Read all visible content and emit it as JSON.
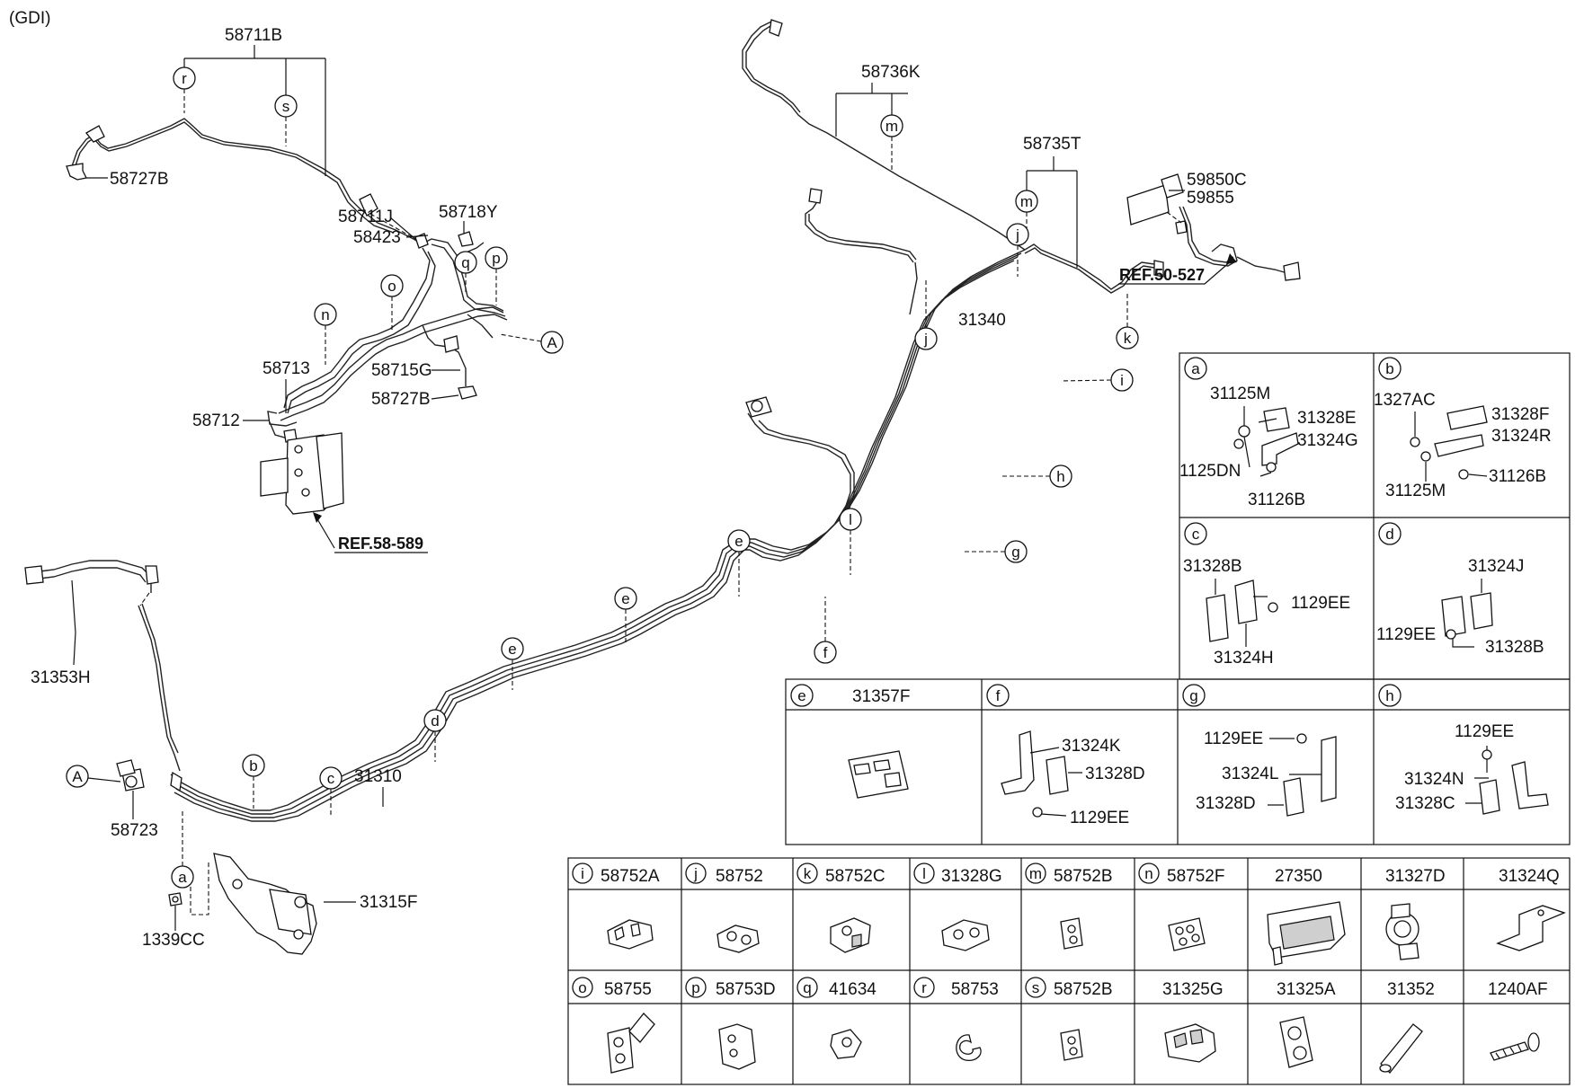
{
  "header": {
    "variant": "(GDI)"
  },
  "callouts": {
    "a": "a",
    "b": "b",
    "c": "c",
    "d": "d",
    "e": "e",
    "f": "f",
    "g": "g",
    "h": "h",
    "i": "i",
    "j": "j",
    "k": "k",
    "l": "l",
    "m": "m",
    "n": "n",
    "o": "o",
    "p": "p",
    "q": "q",
    "r": "r",
    "s": "s",
    "A": "A"
  },
  "labels": {
    "p58711B": "58711B",
    "p58727B_top": "58727B",
    "p58718Y": "58718Y",
    "p58711J": "58711J",
    "p58423": "58423",
    "p58713": "58713",
    "p58715G": "58715G",
    "p58727B_mid": "58727B",
    "p58712": "58712",
    "ref58589": "REF.58-589",
    "p58736K": "58736K",
    "p58735T": "58735T",
    "p59850C": "59850C",
    "p59855": "59855",
    "ref50527": "REF.50-527",
    "p31340": "31340",
    "p31353H": "31353H",
    "p58723": "58723",
    "p31310": "31310",
    "p1339CC": "1339CC",
    "p31315F": "31315F"
  },
  "detail_boxes": {
    "a": {
      "letter": "a",
      "parts": [
        "31125M",
        "31328E",
        "31324G",
        "1125DN",
        "31126B"
      ]
    },
    "b": {
      "letter": "b",
      "parts": [
        "1327AC",
        "31328F",
        "31324R",
        "31126B",
        "31125M"
      ]
    },
    "c": {
      "letter": "c",
      "parts": [
        "31328B",
        "1129EE",
        "31324H"
      ]
    },
    "d": {
      "letter": "d",
      "parts": [
        "31324J",
        "1129EE",
        "31328B"
      ]
    },
    "e": {
      "letter": "e",
      "parts": [
        "31357F"
      ]
    },
    "f": {
      "letter": "f",
      "parts": [
        "31324K",
        "31328D",
        "1129EE"
      ]
    },
    "g": {
      "letter": "g",
      "parts": [
        "1129EE",
        "31324L",
        "31328D"
      ]
    },
    "h": {
      "letter": "h",
      "parts": [
        "1129EE",
        "31324N",
        "31328C"
      ]
    }
  },
  "clip_table": {
    "row1": [
      {
        "letter": "i",
        "part": "58752A"
      },
      {
        "letter": "j",
        "part": "58752"
      },
      {
        "letter": "k",
        "part": "58752C"
      },
      {
        "letter": "l",
        "part": "31328G"
      },
      {
        "letter": "m",
        "part": "58752B"
      },
      {
        "letter": "n",
        "part": "58752F"
      },
      {
        "letter": "",
        "part": "27350"
      },
      {
        "letter": "",
        "part": "31327D"
      },
      {
        "letter": "",
        "part": "31324Q"
      }
    ],
    "row2": [
      {
        "letter": "o",
        "part": "58755"
      },
      {
        "letter": "p",
        "part": "58753D"
      },
      {
        "letter": "q",
        "part": "41634"
      },
      {
        "letter": "r",
        "part": "58753"
      },
      {
        "letter": "s",
        "part": "58752B"
      },
      {
        "letter": "",
        "part": "31325G"
      },
      {
        "letter": "",
        "part": "31325A"
      },
      {
        "letter": "",
        "part": "31352"
      },
      {
        "letter": "",
        "part": "1240AF"
      }
    ]
  }
}
